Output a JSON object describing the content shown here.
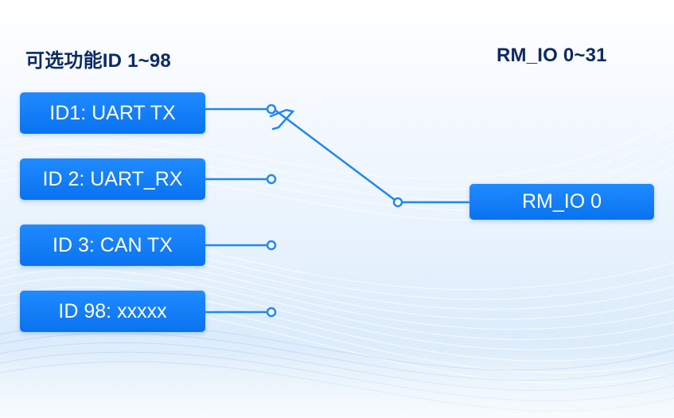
{
  "headings": {
    "left": "可选功能ID 1~98",
    "right": "RM_IO 0~31"
  },
  "function_ids": [
    {
      "label": "ID1: UART TX"
    },
    {
      "label": "ID 2: UART_RX"
    },
    {
      "label": "ID 3: CAN TX"
    },
    {
      "label": "ID 98: xxxxx"
    }
  ],
  "rm_io": {
    "label": "RM_IO 0"
  },
  "colors": {
    "accent": "#1e88f5",
    "box_fill": "#0a72f0",
    "heading_text": "#0b2a66",
    "wire": "#1e88f5"
  }
}
